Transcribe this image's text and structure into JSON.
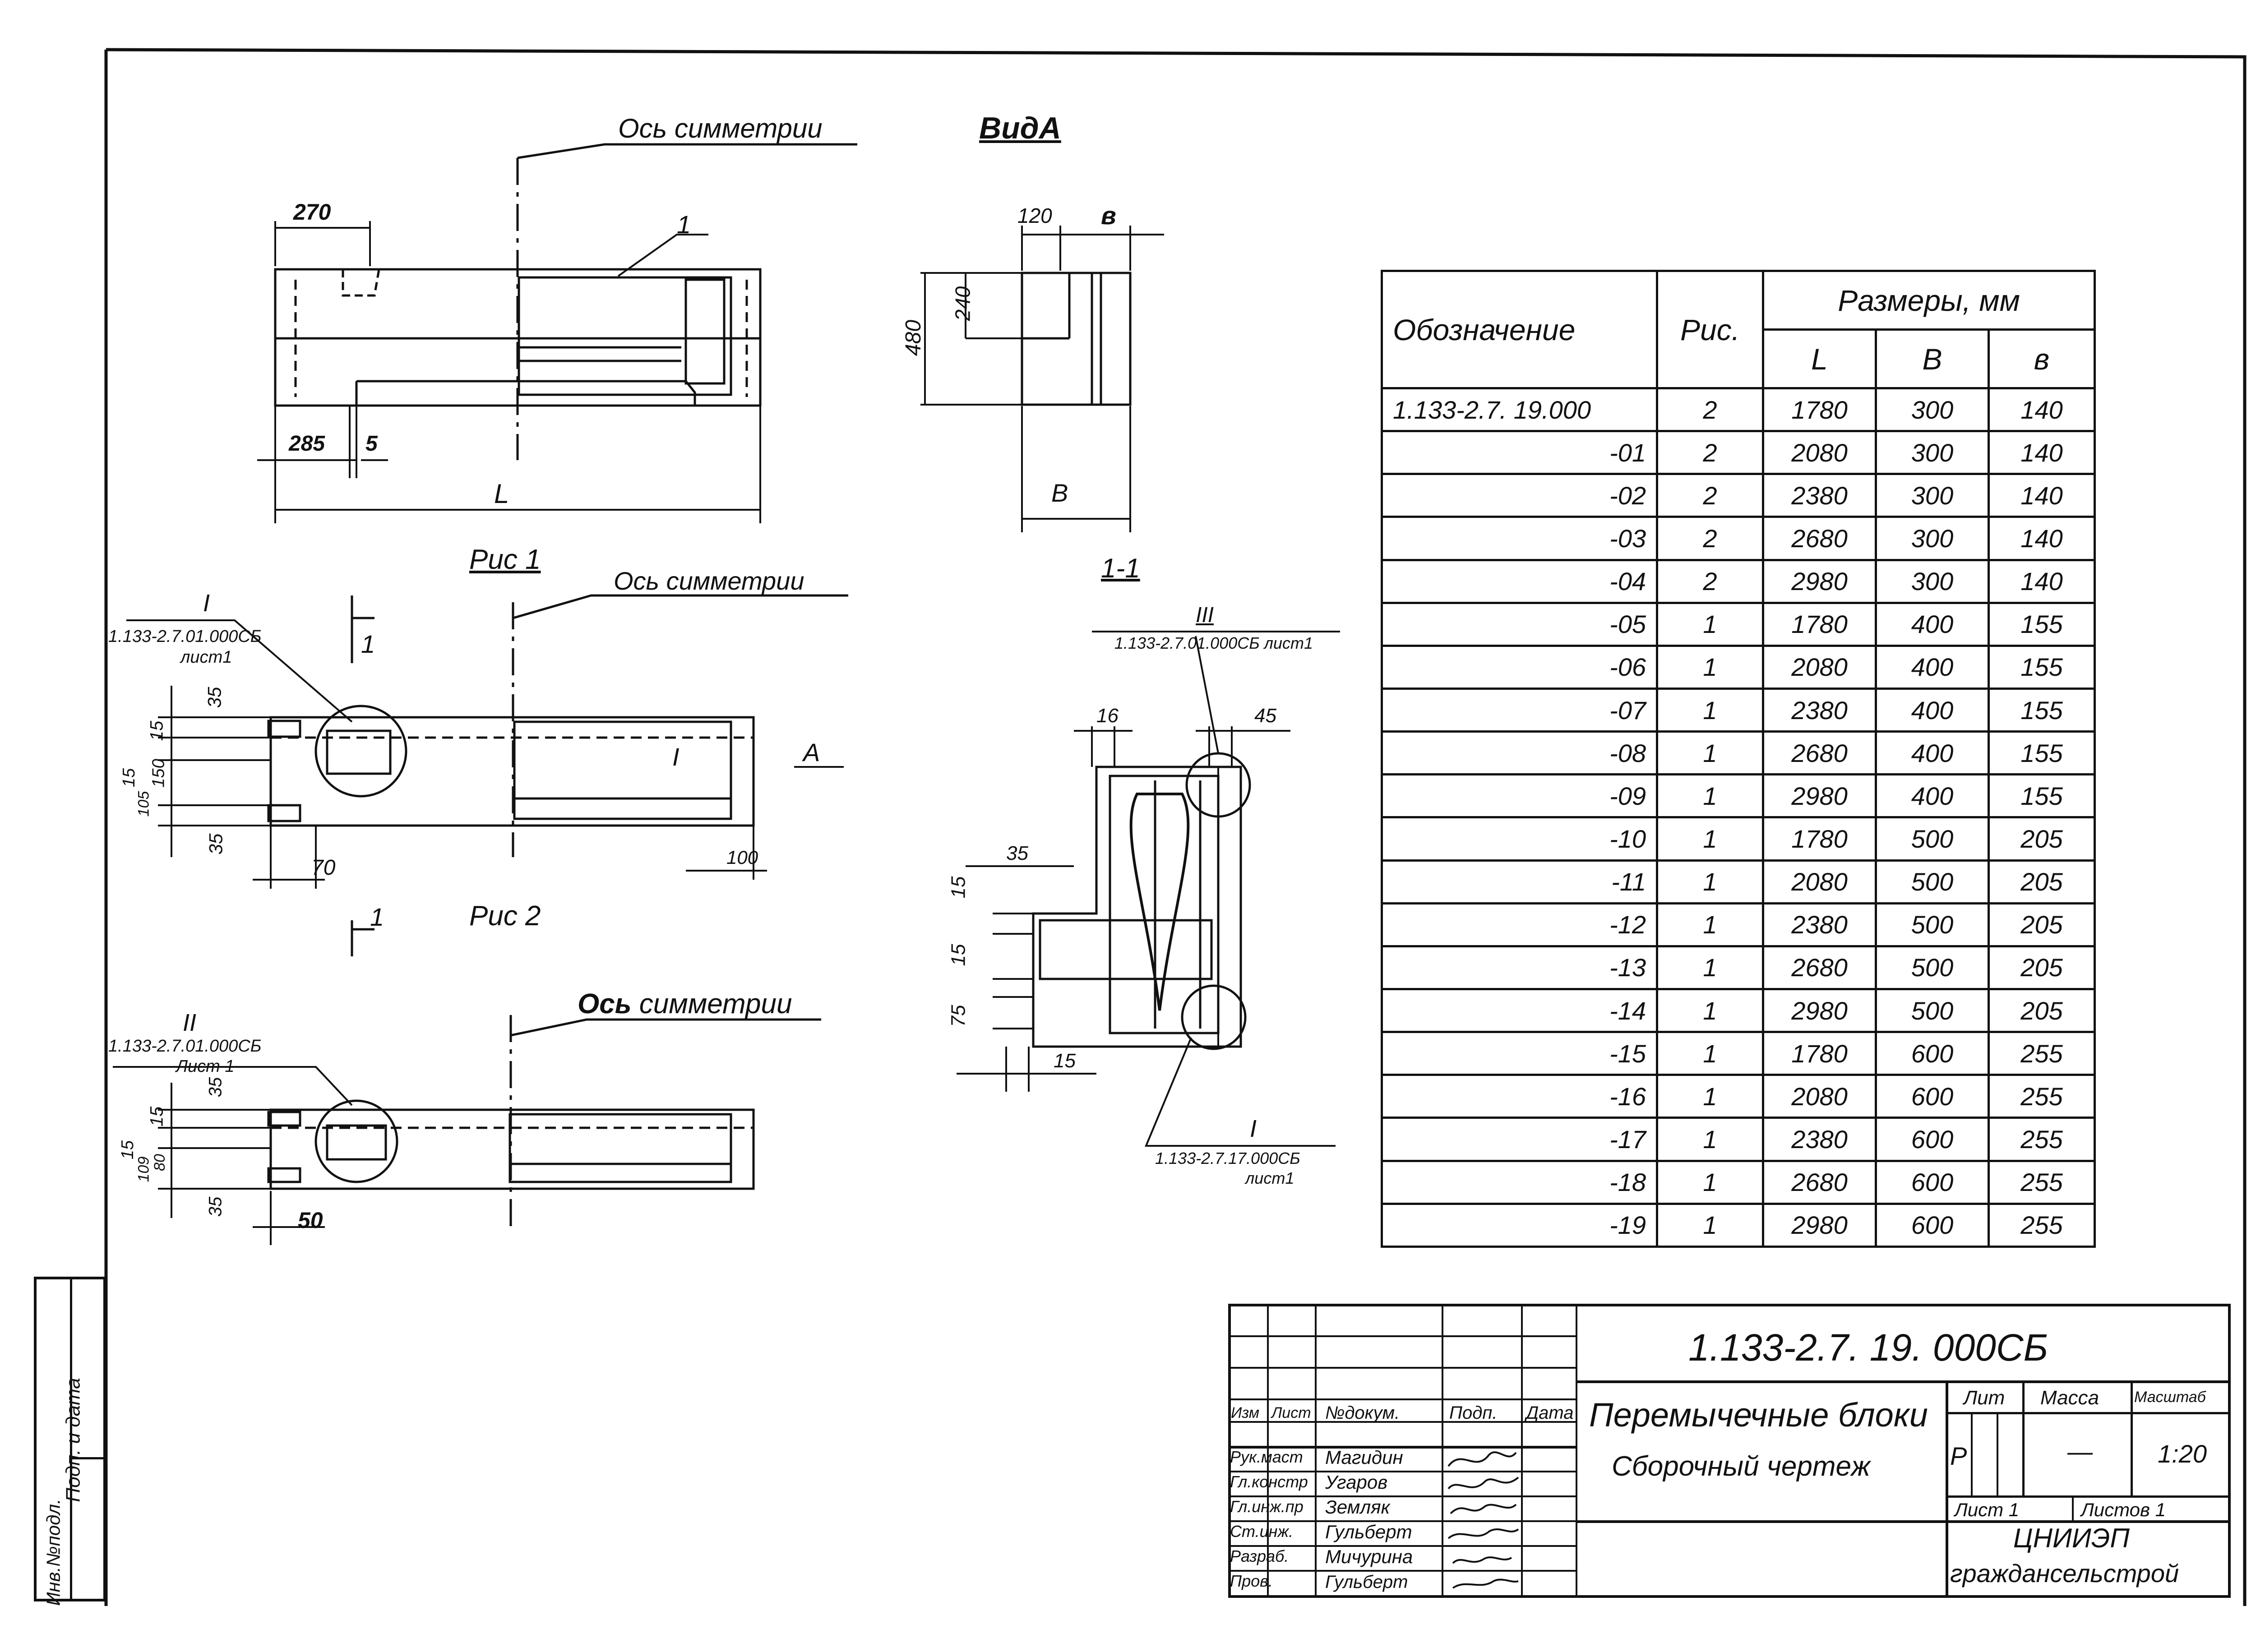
{
  "views": {
    "symmetry_axis_1": "Ось симметрии",
    "view_a_title": "ВидА",
    "symmetry_axis_2": "Ось симметрии",
    "symmetry_axis_3": "Ось симметрии",
    "fig1": "Рис 1",
    "fig2": "Рис 2",
    "section_1_1": "1-1",
    "view_a_arrow": "А",
    "dim_270": "270",
    "dim_285": "285",
    "dim_5": "5",
    "dim_L": "L",
    "callout_1": "1",
    "dim_120": "120",
    "dim_b": "в",
    "dim_480": "480",
    "dim_240": "240",
    "dim_B": "В",
    "dim_35a": "35",
    "dim_15a": "15",
    "dim_15b": "15",
    "dim_150": "150",
    "dim_105": "105",
    "dim_35b": "35",
    "dim_70": "70",
    "dim_100": "100",
    "section_mark_1a": "1",
    "section_mark_1b": "1",
    "detail_I_num": "I",
    "detail_I_ref": "1.133-2.7.01.000СБ",
    "detail_I_sheet": "лист1",
    "detail_III_num": "III",
    "detail_III_ref": "1.133-2.7.01.000СБ лист1",
    "detail_II_num": "II",
    "detail_II_ref": "1.133-2.7.01.000СБ",
    "detail_II_sheet": "Лист 1",
    "detail_I2_num": "I",
    "detail_I2_ref": "1.133-2.7.17.000СБ",
    "detail_I2_sheet": "лист1",
    "dim_16": "16",
    "dim_45": "45",
    "dim_35c": "35",
    "dim_15c": "15",
    "dim_15d": "15",
    "dim_75": "75",
    "dim_15e": "15",
    "dim_35d": "35",
    "dim_15f": "15",
    "dim_15g": "15",
    "dim_109": "109",
    "dim_80": "80",
    "dim_35e": "35",
    "dim_50": "50"
  },
  "table": {
    "col_designation": "Обозначение",
    "col_fig": "Рис.",
    "col_dims": "Размеры, мм",
    "col_L": "L",
    "col_B": "В",
    "col_b": "в",
    "rows": [
      {
        "designation": "1.133-2.7. 19.000",
        "fig": "2",
        "L": "1780",
        "B": "300",
        "b": "140"
      },
      {
        "designation": "-01",
        "fig": "2",
        "L": "2080",
        "B": "300",
        "b": "140"
      },
      {
        "designation": "-02",
        "fig": "2",
        "L": "2380",
        "B": "300",
        "b": "140"
      },
      {
        "designation": "-03",
        "fig": "2",
        "L": "2680",
        "B": "300",
        "b": "140"
      },
      {
        "designation": "-04",
        "fig": "2",
        "L": "2980",
        "B": "300",
        "b": "140"
      },
      {
        "designation": "-05",
        "fig": "1",
        "L": "1780",
        "B": "400",
        "b": "155"
      },
      {
        "designation": "-06",
        "fig": "1",
        "L": "2080",
        "B": "400",
        "b": "155"
      },
      {
        "designation": "-07",
        "fig": "1",
        "L": "2380",
        "B": "400",
        "b": "155"
      },
      {
        "designation": "-08",
        "fig": "1",
        "L": "2680",
        "B": "400",
        "b": "155"
      },
      {
        "designation": "-09",
        "fig": "1",
        "L": "2980",
        "B": "400",
        "b": "155"
      },
      {
        "designation": "-10",
        "fig": "1",
        "L": "1780",
        "B": "500",
        "b": "205"
      },
      {
        "designation": "-11",
        "fig": "1",
        "L": "2080",
        "B": "500",
        "b": "205"
      },
      {
        "designation": "-12",
        "fig": "1",
        "L": "2380",
        "B": "500",
        "b": "205"
      },
      {
        "designation": "-13",
        "fig": "1",
        "L": "2680",
        "B": "500",
        "b": "205"
      },
      {
        "designation": "-14",
        "fig": "1",
        "L": "2980",
        "B": "500",
        "b": "205"
      },
      {
        "designation": "-15",
        "fig": "1",
        "L": "1780",
        "B": "600",
        "b": "255"
      },
      {
        "designation": "-16",
        "fig": "1",
        "L": "2080",
        "B": "600",
        "b": "255"
      },
      {
        "designation": "-17",
        "fig": "1",
        "L": "2380",
        "B": "600",
        "b": "255"
      },
      {
        "designation": "-18",
        "fig": "1",
        "L": "2680",
        "B": "600",
        "b": "255"
      },
      {
        "designation": "-19",
        "fig": "1",
        "L": "2980",
        "B": "600",
        "b": "255"
      }
    ]
  },
  "title_block": {
    "doc_code": "1.133-2.7. 19. 000СБ",
    "title_line1": "Перемычечные блоки",
    "title_line2": "Сборочный чертеж",
    "col_izm": "Изм",
    "col_list": "Лист",
    "col_ndokum": "№докум.",
    "col_podp": "Подп.",
    "col_data": "Дата",
    "lit": "Лит",
    "massa": "Масса",
    "masshtab": "Масштаб",
    "lit_value": "Р",
    "massa_value": "—",
    "scale_value": "1:20",
    "sheet": "Лист 1",
    "sheets": "Листов 1",
    "org1": "ЦНИИЭП",
    "org2": "граждансельстрой",
    "people": [
      {
        "role": "Рук.маст",
        "name": "Магидин"
      },
      {
        "role": "Гл.констр",
        "name": "Угаров"
      },
      {
        "role": "Гл.инж.пр",
        "name": "Земляк"
      },
      {
        "role": "Ст.инж.",
        "name": "Гульберт"
      },
      {
        "role": "Разраб.",
        "name": "Мичурина"
      },
      {
        "role": "Пров.",
        "name": "Гульберт"
      }
    ]
  },
  "side_stamp": {
    "inv_no": "Инв.№подл.",
    "sign_date": "Подп. и дата"
  }
}
